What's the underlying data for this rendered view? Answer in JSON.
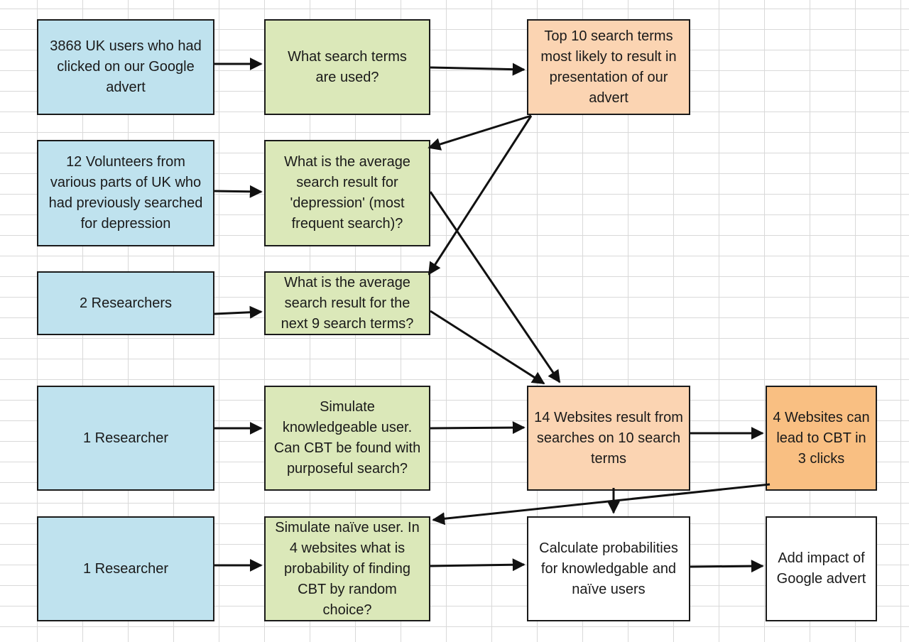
{
  "boxes": {
    "b1": "3868 UK users who had clicked on our Google advert",
    "g1": "What search terms are used?",
    "p1": "Top 10 search terms most likely to result in presentation of our advert",
    "b2": "12 Volunteers from various parts of UK who had previously searched for depression",
    "g2": "What is the average search result for 'depression' (most frequent search)?",
    "b3": "2 Researchers",
    "g3": "What is the average search result for the next 9 search terms?",
    "b4": "1 Researcher",
    "g4": "Simulate knowledgeable user. Can CBT be found with purposeful search?",
    "p2": "14 Websites result from searches on 10 search terms",
    "o1": "4 Websites can lead to CBT in 3 clicks",
    "b5": "1 Researcher",
    "g5": "Simulate naïve user. In 4 websites what is probability of finding CBT by random choice?",
    "w1": "Calculate probabilities for knowledgable and naïve users",
    "w2": "Add impact of Google advert"
  },
  "colors": {
    "blue": "#bfe2ee",
    "green": "#dbe8b9",
    "peach": "#fbd4b2",
    "orange": "#f9bf82",
    "white": "#ffffff",
    "border": "#1a1a1a",
    "arrow": "#111111"
  }
}
